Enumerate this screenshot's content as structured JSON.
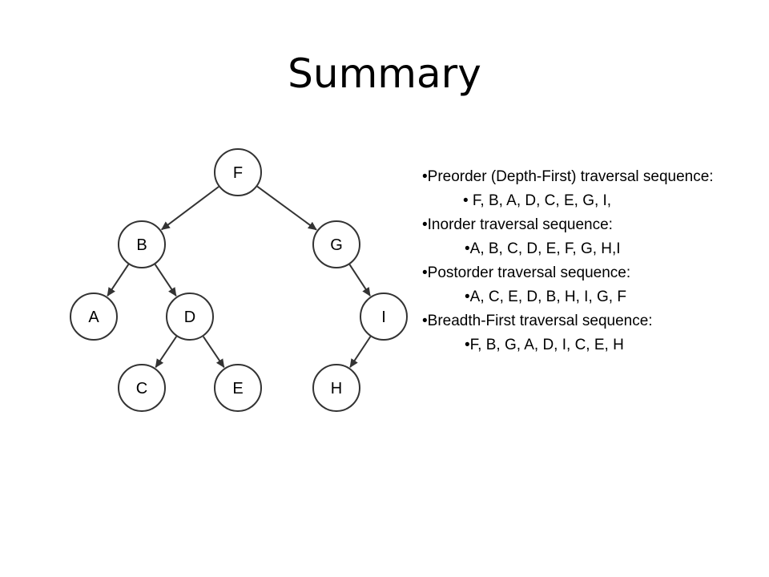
{
  "title": "Summary",
  "tree": {
    "nodes": {
      "F": "F",
      "B": "B",
      "G": "G",
      "A": "A",
      "D": "D",
      "I": "I",
      "C": "C",
      "E": "E",
      "H": "H"
    },
    "edges": [
      [
        "F",
        "B"
      ],
      [
        "F",
        "G"
      ],
      [
        "B",
        "A"
      ],
      [
        "B",
        "D"
      ],
      [
        "G",
        "I"
      ],
      [
        "D",
        "C"
      ],
      [
        "D",
        "E"
      ],
      [
        "I",
        "H"
      ]
    ]
  },
  "traversals": [
    {
      "heading": "•Preorder (Depth-First) traversal sequence:",
      "sequence": "• F, B, A, D, C, E, G, I,"
    },
    {
      "heading": "•Inorder traversal sequence:",
      "sequence": "•A, B, C, D, E, F, G, H,I"
    },
    {
      "heading": "•Postorder traversal sequence:",
      "sequence": "•A, C, E, D, B, H, I, G, F"
    },
    {
      "heading": "•Breadth-First traversal sequence:",
      "sequence": "•F, B, G, A, D, I, C, E, H"
    }
  ]
}
